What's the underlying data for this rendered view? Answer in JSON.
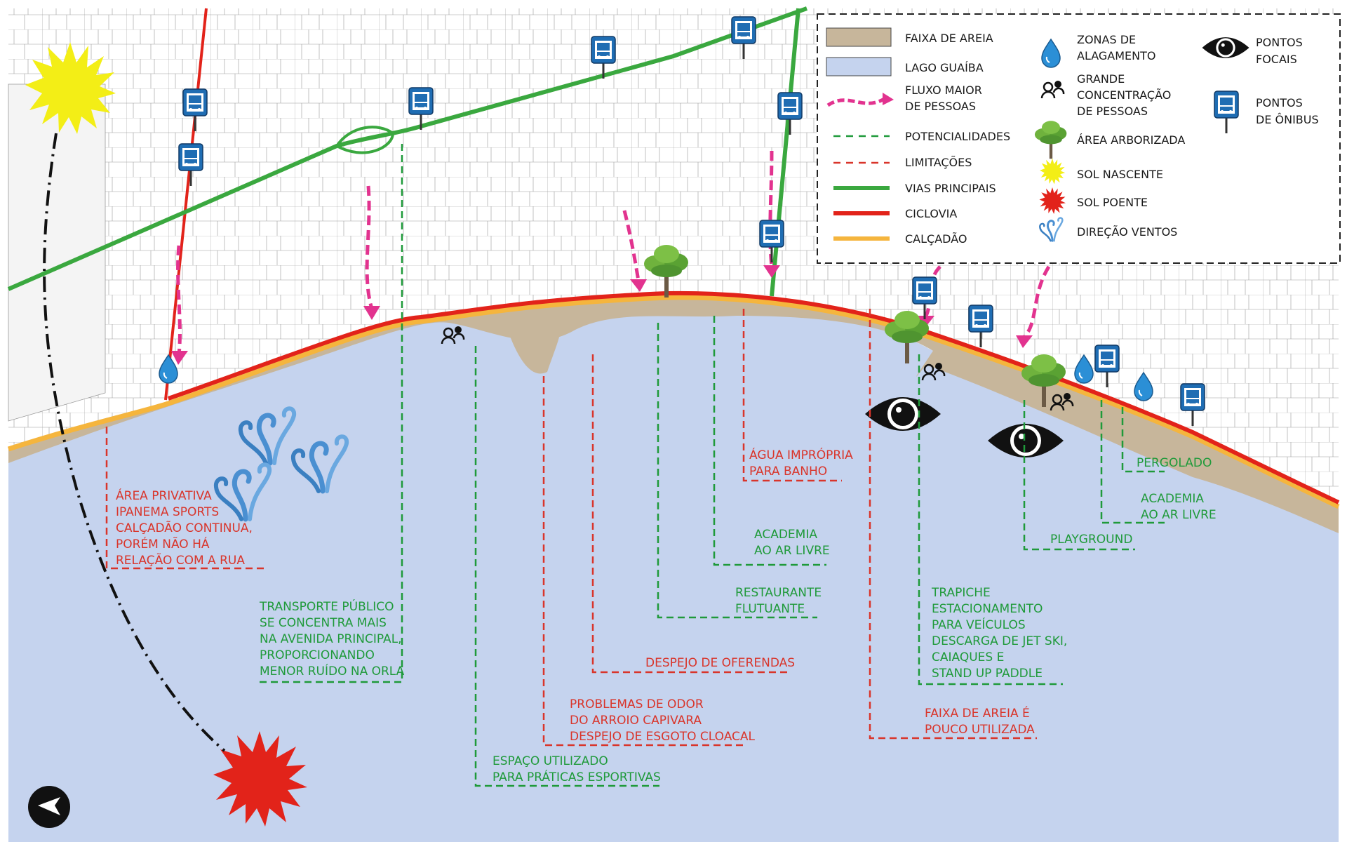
{
  "colors": {
    "lake": "#c5d3ee",
    "sand": "#c7b69b",
    "potential": "#1f9a3a",
    "limitation": "#d9352b",
    "main_road": "#3aa83f",
    "bike_path": "#e2231a",
    "promenade": "#f5b53d",
    "people_flow": "#e2338f",
    "bus_sign": "#1f6db3",
    "rising_sun": "#f3ee16",
    "setting_sun": "#e2231a",
    "wind": "#4a8fd1"
  },
  "legend": {
    "sand": "FAIXA DE AREIA",
    "lake": "LAGO GUAÍBA",
    "flow": [
      "FLUXO MAIOR",
      "DE PESSOAS"
    ],
    "potential": "POTENCIALIDADES",
    "limitation": "LIMITAÇÕES",
    "main_roads": "VIAS PRINCIPAIS",
    "bike_path": "CICLOVIA",
    "promenade": "CALÇADÃO",
    "flooding": [
      "ZONAS DE",
      "ALAGAMENTO"
    ],
    "crowd": [
      "GRANDE",
      "CONCENTRAÇÃO",
      "DE PESSOAS"
    ],
    "wooded": "ÁREA ARBORIZADA",
    "sunrise": "SOL NASCENTE",
    "sunset": "SOL POENTE",
    "wind": "DIREÇÃO VENTOS",
    "focal": [
      "PONTOS",
      "FOCAIS"
    ],
    "bus": [
      "PONTOS",
      "DE ÔNIBUS"
    ]
  },
  "annotations": {
    "private_area": [
      "ÁREA PRIVATIVA",
      "IPANEMA SPORTS",
      "CALÇADÃO CONTINUA,",
      "PORÉM NÃO HÁ",
      "RELAÇÃO COM A RUA"
    ],
    "public_transport": [
      "TRANSPORTE PÚBLICO",
      "SE CONCENTRA MAIS",
      "NA AVENIDA PRINCIPAL,",
      "PROPORCIONANDO",
      "MENOR RUÍDO NA ORLA"
    ],
    "sports_space": [
      "ESPAÇO UTILIZADO",
      "PARA PRÁTICAS ESPORTIVAS"
    ],
    "odor": [
      "PROBLEMAS DE ODOR",
      "DO ARROIO CAPIVARA",
      "DESPEJO DE ESGOTO CLOACAL"
    ],
    "offerings": [
      "DESPEJO DE OFERENDAS"
    ],
    "floating_restaurant": [
      "RESTAURANTE",
      "FLUTUANTE"
    ],
    "gym_1": [
      "ACADEMIA",
      "AO AR LIVRE"
    ],
    "unfit_water": [
      "ÁGUA IMPRÓPRIA",
      "PARA BANHO"
    ],
    "sand_unused": [
      "FAIXA DE AREIA É",
      "POUCO UTILIZADA"
    ],
    "pier": [
      "TRAPICHE",
      "ESTACIONAMENTO",
      "PARA VEÍCULOS",
      "DESCARGA DE JET SKI,",
      "CAIAQUES E",
      "STAND UP PADDLE"
    ],
    "playground": [
      "PLAYGROUND"
    ],
    "gym_2": [
      "ACADEMIA",
      "AO AR LIVRE"
    ],
    "pergola": [
      "PERGOLADO"
    ]
  }
}
